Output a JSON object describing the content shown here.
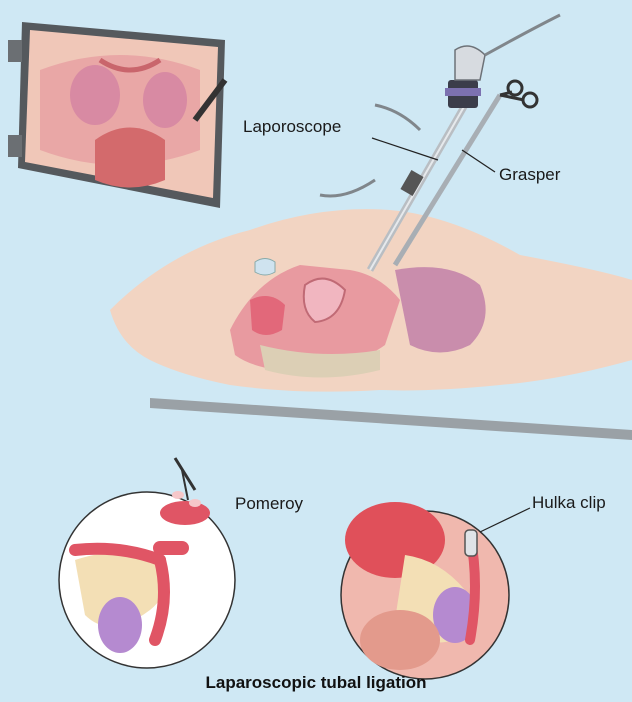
{
  "labels": {
    "laparoscope": "Laporoscope",
    "grasper": "Grasper",
    "pomeroy": "Pomeroy",
    "hulka_clip": "Hulka clip"
  },
  "caption": "Laparoscopic tubal ligation",
  "colors": {
    "background": "#cfe8f4",
    "skin": "#f3d6c4",
    "tissue_pink": "#e7a3a8",
    "tube_red": "#e0505a",
    "ovary_purple": "#b58ad0",
    "monitor_frame": "#5b5f63",
    "instrument_steel": "#c9ced3"
  }
}
